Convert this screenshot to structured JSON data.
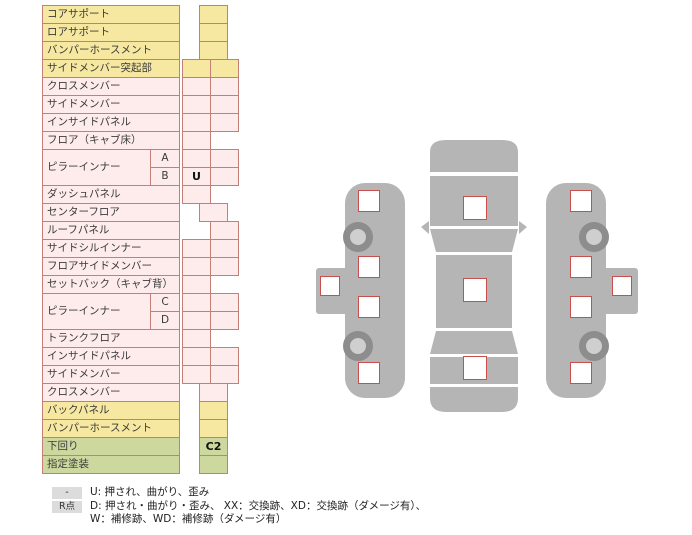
{
  "colors": {
    "yellow_bg": "#f6e8a0",
    "pink_bg": "#fdeceb",
    "green_bg": "#ccd89e",
    "cell_border": "#c47f76",
    "marker_border": "#c94f4f",
    "car_gray": "#b5b5b5",
    "wheel_ring": "#8d8d8d",
    "wheel_hub": "#cfcfcf",
    "legend_key_bg": "#dcdcdc"
  },
  "table": {
    "rows": [
      {
        "label": "コアサポート",
        "color": "yellow",
        "cells": [
          "C"
        ]
      },
      {
        "label": "ロアサポート",
        "color": "yellow",
        "cells": [
          "C"
        ]
      },
      {
        "label": "バンパーホースメント",
        "color": "yellow",
        "cells": [
          "C"
        ]
      },
      {
        "label": "サイドメンバー突起部",
        "color": "yellow",
        "cells": [
          "L",
          "R"
        ]
      },
      {
        "label": "クロスメンバー",
        "color": "pink",
        "cells": [
          "L",
          "R"
        ]
      },
      {
        "label": "サイドメンバー",
        "color": "pink",
        "cells": [
          "L",
          "R"
        ]
      },
      {
        "label": "インサイドパネル",
        "color": "pink",
        "cells": [
          "L",
          "R"
        ]
      },
      {
        "label": "フロア（キャブ床）",
        "color": "pink",
        "cells": [
          "L"
        ]
      },
      {
        "label": "ピラーインナー",
        "color": "pink",
        "subs": [
          {
            "tag": "A",
            "cells": [
              "L",
              "R"
            ]
          },
          {
            "tag": "B",
            "cells": [
              "L",
              "R"
            ],
            "values": {
              "L": "U"
            }
          }
        ]
      },
      {
        "label": "ダッシュパネル",
        "color": "pink",
        "cells": [
          "L"
        ]
      },
      {
        "label": "センターフロア",
        "color": "pink",
        "cells": [
          "C"
        ]
      },
      {
        "label": "ルーフパネル",
        "color": "pink",
        "cells": [
          "R"
        ]
      },
      {
        "label": "サイドシルインナー",
        "color": "pink",
        "cells": [
          "L",
          "R"
        ]
      },
      {
        "label": "フロアサイドメンバー",
        "color": "pink",
        "cells": [
          "L",
          "R"
        ]
      },
      {
        "label": "セットバック（キャブ背）",
        "color": "pink",
        "cells": [
          "L"
        ]
      },
      {
        "label": "ピラーインナー",
        "color": "pink",
        "subs": [
          {
            "tag": "C",
            "cells": [
              "L",
              "R"
            ]
          },
          {
            "tag": "D",
            "cells": [
              "L",
              "R"
            ]
          }
        ]
      },
      {
        "label": "トランクフロア",
        "color": "pink",
        "cells": [
          "L"
        ]
      },
      {
        "label": "インサイドパネル",
        "color": "pink",
        "cells": [
          "L",
          "R"
        ]
      },
      {
        "label": "サイドメンバー",
        "color": "pink",
        "cells": [
          "L",
          "R"
        ]
      },
      {
        "label": "クロスメンバー",
        "color": "pink",
        "cells": [
          "C"
        ]
      },
      {
        "label": "バックパネル",
        "color": "yellow",
        "cells": [
          "C"
        ]
      },
      {
        "label": "バンパーホースメント",
        "color": "yellow",
        "cells": [
          "C"
        ]
      },
      {
        "label": "下回り",
        "color": "green",
        "cells": [
          "C"
        ],
        "values": {
          "C": "C2"
        }
      },
      {
        "label": "指定塗装",
        "color": "green",
        "cells": [
          "C"
        ]
      }
    ]
  },
  "legend": {
    "items": [
      {
        "key": "-",
        "text": "U: 押され、曲がり、歪み"
      },
      {
        "key": "R点",
        "text": "D: 押され・曲がり・歪み、 XX：交換跡、XD：交換跡（ダメージ有）、W：補修跡、WD：補修跡（ダメージ有）"
      }
    ]
  },
  "diagram": {
    "top_markers": [
      [
        163,
        66,
        24
      ],
      [
        163,
        148,
        24
      ],
      [
        163,
        226,
        24
      ]
    ],
    "left_markers": [
      [
        58,
        60,
        22
      ],
      [
        58,
        126,
        22
      ],
      [
        20,
        146,
        20
      ],
      [
        58,
        166,
        22
      ],
      [
        58,
        232,
        22
      ]
    ],
    "right_markers": [
      [
        270,
        60,
        22
      ],
      [
        270,
        126,
        22
      ],
      [
        312,
        146,
        20
      ],
      [
        270,
        166,
        22
      ],
      [
        270,
        232,
        22
      ]
    ],
    "left_wheels": [
      [
        58,
        107
      ],
      [
        58,
        216
      ]
    ],
    "right_wheels": [
      [
        294,
        107
      ],
      [
        294,
        216
      ]
    ]
  }
}
